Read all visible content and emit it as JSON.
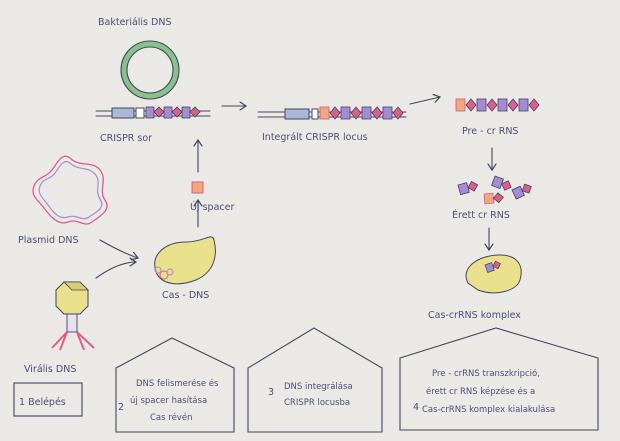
{
  "labels": {
    "bacterial_dna": "Bakteriális DNS",
    "crispr_array": "CRISPR sor",
    "integrated_locus": "Integrált CRISPR locus",
    "pre_crrna": "Pre - cr RNS",
    "new_spacer": "Új spacer",
    "plasmid_dna": "Plasmid DNS",
    "cas_dna": "Cas - DNS",
    "mature_crrna": "Érett cr RNS",
    "viral_dna": "Virális DNS",
    "cas_crrna_complex": "Cas-crRNS komplex"
  },
  "steps": [
    {
      "number": "1",
      "lines": [
        "Belépés"
      ]
    },
    {
      "number": "2",
      "lines": [
        "DNS felismerése és",
        "új spacer hasítása",
        "Cas révén"
      ]
    },
    {
      "number": "3",
      "lines": [
        "DNS integrálása",
        "CRISPR locusba"
      ]
    },
    {
      "number": "4",
      "lines": [
        "Pre - crRNS transzkripció,",
        "érett cr RNS képzése és a",
        "Cas-crRNS komplex kialakulása"
      ]
    }
  ],
  "colors": {
    "ink": "#3f4660",
    "purple": "#a58bd6",
    "pink": "#e05c8a",
    "green": "#86c28a",
    "yellow": "#e8e08a",
    "orange": "#f0a77a",
    "background": "#ebe9e6"
  }
}
